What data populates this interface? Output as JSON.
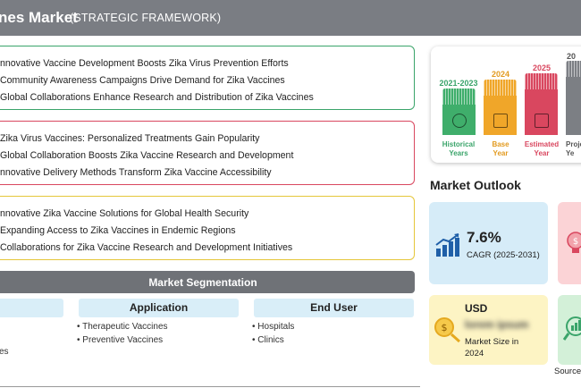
{
  "header": {
    "title": "nes Market",
    "subtitle": "(STRATEGIC FRAMEWORK)"
  },
  "framework": {
    "growth": [
      "nnovative Vaccine Development Boosts Zika Virus Prevention Efforts",
      "Community Awareness Campaigns Drive Demand for Zika Vaccines",
      "Global Collaborations Enhance Research and Distribution of Zika Vaccines"
    ],
    "trends": [
      "Zika Virus Vaccines: Personalized Treatments Gain Popularity",
      "Global Collaboration Boosts Zika Vaccine Research and Development",
      "nnovative Delivery Methods Transform Zika Vaccine Accessibility"
    ],
    "opportunities": [
      "nnovative Zika Vaccine Solutions for Global Health Security",
      "Expanding Access to Zika Vaccines in Endemic Regions",
      "Collaborations for Zika Vaccine Research and Development Initiatives"
    ]
  },
  "segmentation": {
    "title": "Market Segmentation",
    "columns": [
      {
        "header": "",
        "items": [
          "es"
        ]
      },
      {
        "header": "Application",
        "items": [
          "Therapeutic Vaccines",
          "Preventive Vaccines"
        ]
      },
      {
        "header": "End User",
        "items": [
          "Hospitals",
          "Clinics"
        ]
      }
    ]
  },
  "timeline": [
    {
      "year": "2021-2023",
      "label": "Historical\nYears",
      "color": "#3fae6b"
    },
    {
      "year": "2024",
      "label": "Base\nYear",
      "color": "#f0a629"
    },
    {
      "year": "2025",
      "label": "Estimated\nYear",
      "color": "#d9475f"
    },
    {
      "year": "20",
      "label": "Proje\nYe",
      "color": "#7c7f84"
    }
  ],
  "outlook": {
    "title": "Market Outlook",
    "cagr_value": "7.6%",
    "cagr_label": "CAGR (2025-2031)",
    "currency": "USD",
    "size_value": "lorem ipsum",
    "size_label": "Market Size in 2024",
    "source": "Source"
  },
  "colors": {
    "header_bg": "#7a7d83",
    "green": "#3aa46a",
    "red": "#d9475f",
    "yellow": "#e5c63a",
    "segment_header_bg": "#d9eef8"
  },
  "icons": {
    "cagr": "bar-chart-arrow-icon",
    "market_size": "money-magnifier-icon",
    "pink_card": "money-bulb-icon",
    "green_card": "chart-magnifier-icon"
  }
}
